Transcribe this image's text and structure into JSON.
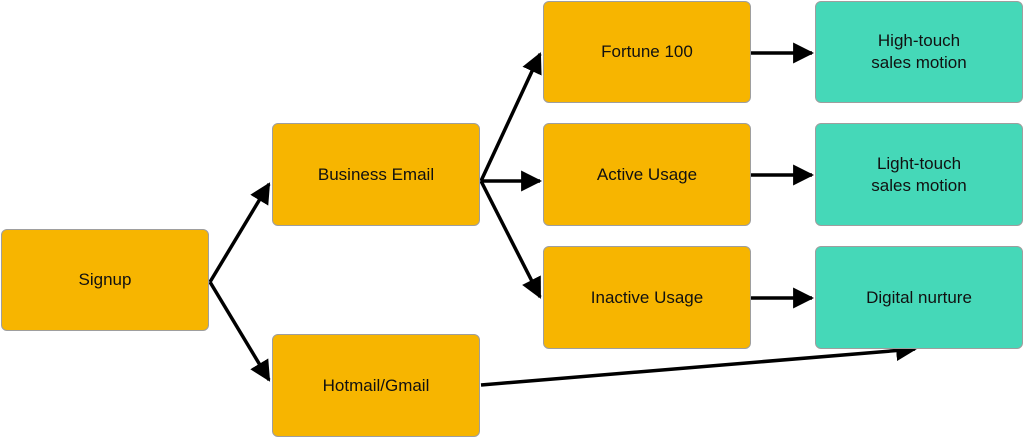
{
  "diagram": {
    "nodes": {
      "signup": "Signup",
      "business_email": "Business Email",
      "hotmail_gmail": "Hotmail/Gmail",
      "fortune_100": "Fortune 100",
      "active_usage": "Active Usage",
      "inactive_usage": "Inactive Usage",
      "high_touch": "High-touch\nsales motion",
      "light_touch": "Light-touch\nsales motion",
      "digital_nurture": "Digital nurture"
    },
    "edges": [
      {
        "from": "Signup",
        "to": "Business Email"
      },
      {
        "from": "Signup",
        "to": "Hotmail/Gmail"
      },
      {
        "from": "Business Email",
        "to": "Fortune 100"
      },
      {
        "from": "Business Email",
        "to": "Active Usage"
      },
      {
        "from": "Business Email",
        "to": "Inactive Usage"
      },
      {
        "from": "Fortune 100",
        "to": "High-touch sales motion"
      },
      {
        "from": "Active Usage",
        "to": "Light-touch sales motion"
      },
      {
        "from": "Inactive Usage",
        "to": "Digital nurture"
      },
      {
        "from": "Hotmail/Gmail",
        "to": "Digital nurture"
      }
    ],
    "colors": {
      "segment_fill": "#f7b500",
      "outcome_fill": "#45d8b8",
      "arrow": "#000000"
    }
  }
}
